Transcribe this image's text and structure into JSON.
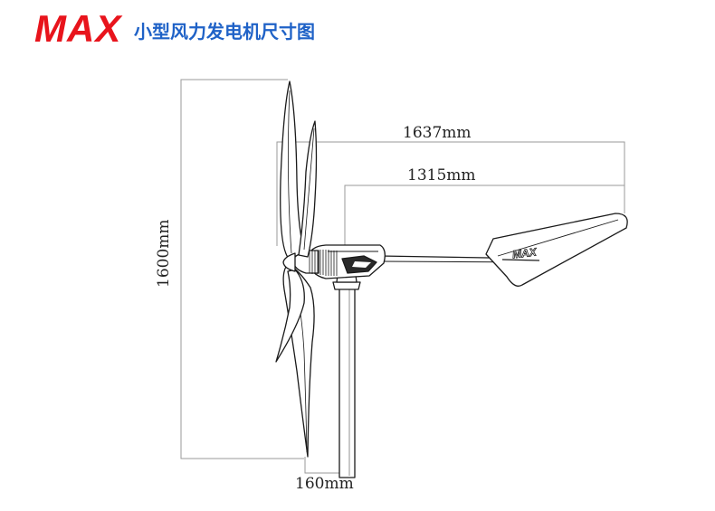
{
  "header": {
    "brand": "MAX",
    "title": "小型风力发电机尺寸图"
  },
  "dimensions": {
    "total_length": "1637mm",
    "tail_length": "1315mm",
    "height": "1600mm",
    "offset": "160mm"
  },
  "tail_logo": "MAX",
  "colors": {
    "brand_red": "#e8141c",
    "title_blue": "#1f62c7",
    "dimension_line": "#9a9a9a",
    "outline": "#1a1a1a"
  }
}
